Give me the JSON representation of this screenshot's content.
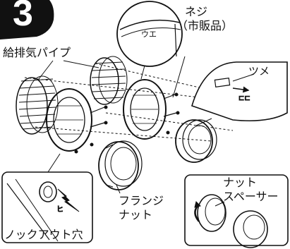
{
  "step_number": "3",
  "labels": {
    "pipe": "給排気パイプ",
    "screw_line1": "ネジ",
    "screw_line2": "（市販品）",
    "claw": "ツメ",
    "inset_top_mark": "ウエ",
    "flange_line1": "フランジ",
    "flange_line2": "ナット",
    "nut_spacer_line1": "ナット",
    "nut_spacer_line2": "スペーサー",
    "knockout_hole": "ノックアウト穴"
  },
  "colors": {
    "ink": "#111111",
    "paper": "#ffffff"
  }
}
